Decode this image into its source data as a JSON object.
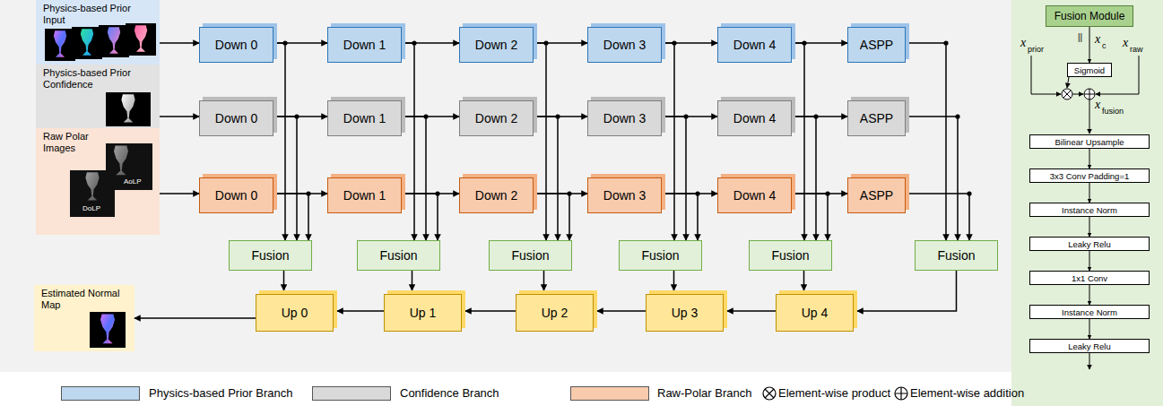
{
  "diagram": {
    "nodes": [
      {
        "text": [
          "Physics-based Prior Input"
        ]
      },
      {
        "text": [
          "Physics-based Prior Confidence"
        ]
      },
      {
        "text": [
          "Raw Polar Images"
        ]
      },
      {
        "text": [
          "Down 0"
        ]
      },
      {
        "text": [
          "Down 1"
        ]
      },
      {
        "text": [
          "Down 2"
        ]
      },
      {
        "text": [
          "Down 3"
        ]
      },
      {
        "text": [
          "Down 4"
        ]
      },
      {
        "text": [
          "ASPP"
        ]
      },
      {
        "text": [
          "Down 0"
        ]
      },
      {
        "text": [
          "Down 1"
        ]
      },
      {
        "text": [
          "Down 2"
        ]
      },
      {
        "text": [
          "Down 3"
        ]
      },
      {
        "text": [
          "Down 4"
        ]
      },
      {
        "text": [
          "ASPP"
        ]
      },
      {
        "text": [
          "Down 0"
        ]
      },
      {
        "text": [
          "Down 1"
        ]
      },
      {
        "text": [
          "Down 2"
        ]
      },
      {
        "text": [
          "Down 3"
        ]
      },
      {
        "text": [
          "Down 4"
        ]
      },
      {
        "text": [
          "ASPP"
        ]
      },
      {
        "text": [
          "Fusion"
        ]
      },
      {
        "text": [
          "Fusion"
        ]
      },
      {
        "text": [
          "Fusion"
        ]
      },
      {
        "text": [
          "Fusion"
        ]
      },
      {
        "text": [
          "Fusion"
        ]
      },
      {
        "text": [
          "Fusion"
        ]
      },
      {
        "text": [
          "Up 0"
        ]
      },
      {
        "text": [
          "Up 1"
        ]
      },
      {
        "text": [
          "Up 2"
        ]
      },
      {
        "text": [
          "Up 3"
        ]
      },
      {
        "text": [
          "Up 4"
        ]
      },
      {
        "text": [
          "Estimated Normal Map"
        ]
      },
      {
        "text": [
          "Fusion Module"
        ]
      },
      {
        "text": [
          "Sigmoid"
        ]
      },
      {
        "text": [
          "Bilinear Upsample"
        ]
      },
      {
        "text": [
          "3x3 Conv Padding=1"
        ]
      },
      {
        "text": [
          "Instance Norm"
        ]
      },
      {
        "text": [
          "Leaky Relu"
        ]
      },
      {
        "text": [
          "1x1 Conv"
        ]
      },
      {
        "text": [
          "Instance Norm"
        ]
      },
      {
        "text": [
          "Leaky Relu"
        ]
      }
    ],
    "edges": [
      {
        "from": 0,
        "to": 3,
        "arrow": "to"
      },
      {
        "from": 1,
        "to": 9,
        "arrow": "to"
      },
      {
        "from": 2,
        "to": 15,
        "arrow": "to"
      },
      {
        "from": 3,
        "to": 4,
        "arrow": "to"
      },
      {
        "from": 4,
        "to": 5,
        "arrow": "to"
      },
      {
        "from": 5,
        "to": 6,
        "arrow": "to"
      },
      {
        "from": 6,
        "to": 7,
        "arrow": "to"
      },
      {
        "from": 7,
        "to": 8,
        "arrow": "to"
      },
      {
        "from": 9,
        "to": 10,
        "arrow": "to"
      },
      {
        "from": 10,
        "to": 11,
        "arrow": "to"
      },
      {
        "from": 11,
        "to": 12,
        "arrow": "to"
      },
      {
        "from": 12,
        "to": 13,
        "arrow": "to"
      },
      {
        "from": 13,
        "to": 14,
        "arrow": "to"
      },
      {
        "from": 15,
        "to": 16,
        "arrow": "to"
      },
      {
        "from": 16,
        "to": 17,
        "arrow": "to"
      },
      {
        "from": 17,
        "to": 18,
        "arrow": "to"
      },
      {
        "from": 18,
        "to": 19,
        "arrow": "to"
      },
      {
        "from": 19,
        "to": 20,
        "arrow": "to"
      },
      {
        "from": 3,
        "to": 21,
        "arrow": "to"
      },
      {
        "from": 9,
        "to": 21,
        "arrow": "to"
      },
      {
        "from": 15,
        "to": 21,
        "arrow": "to"
      },
      {
        "from": 4,
        "to": 22,
        "arrow": "to"
      },
      {
        "from": 10,
        "to": 22,
        "arrow": "to"
      },
      {
        "from": 16,
        "to": 22,
        "arrow": "to"
      },
      {
        "from": 5,
        "to": 23,
        "arrow": "to"
      },
      {
        "from": 11,
        "to": 23,
        "arrow": "to"
      },
      {
        "from": 17,
        "to": 23,
        "arrow": "to"
      },
      {
        "from": 6,
        "to": 24,
        "arrow": "to"
      },
      {
        "from": 12,
        "to": 24,
        "arrow": "to"
      },
      {
        "from": 18,
        "to": 24,
        "arrow": "to"
      },
      {
        "from": 7,
        "to": 25,
        "arrow": "to"
      },
      {
        "from": 13,
        "to": 25,
        "arrow": "to"
      },
      {
        "from": 19,
        "to": 25,
        "arrow": "to"
      },
      {
        "from": 8,
        "to": 26,
        "arrow": "to"
      },
      {
        "from": 14,
        "to": 26,
        "arrow": "to"
      },
      {
        "from": 20,
        "to": 26,
        "arrow": "to"
      },
      {
        "from": 21,
        "to": 27,
        "arrow": "to"
      },
      {
        "from": 22,
        "to": 28,
        "arrow": "to"
      },
      {
        "from": 23,
        "to": 29,
        "arrow": "to"
      },
      {
        "from": 24,
        "to": 30,
        "arrow": "to"
      },
      {
        "from": 25,
        "to": 31,
        "arrow": "to"
      },
      {
        "from": 26,
        "to": 31,
        "arrow": "to"
      },
      {
        "from": 31,
        "to": 30,
        "arrow": "to"
      },
      {
        "from": 30,
        "to": 29,
        "arrow": "to"
      },
      {
        "from": 29,
        "to": 28,
        "arrow": "to"
      },
      {
        "from": 28,
        "to": 27,
        "arrow": "to"
      },
      {
        "from": 27,
        "to": 32,
        "arrow": "to"
      },
      {
        "from": 33,
        "to": 34,
        "arrow": "to"
      },
      {
        "from": 35,
        "to": 36,
        "arrow": "to"
      },
      {
        "from": 36,
        "to": 37,
        "arrow": "to"
      },
      {
        "from": 37,
        "to": 38,
        "arrow": "to"
      },
      {
        "from": 38,
        "to": 39,
        "arrow": "to"
      },
      {
        "from": 39,
        "to": 40,
        "arrow": "to"
      },
      {
        "from": 40,
        "to": 41,
        "arrow": "to"
      }
    ],
    "labels": [
      "DoLP",
      "AoLP",
      "||",
      "x",
      "prior",
      "x",
      "c",
      "x",
      "raw",
      "x",
      "fusion"
    ],
    "legend": [
      {
        "text": "Physics-based Prior Branch",
        "color": "#bdd7ee"
      },
      {
        "text": "Confidence Branch",
        "color": "#d9d9d9"
      },
      {
        "text": "Raw-Polar Branch",
        "color": "#f8cbad"
      },
      {
        "text": "Element-wise product"
      },
      {
        "text": "Element-wise addition"
      }
    ]
  }
}
